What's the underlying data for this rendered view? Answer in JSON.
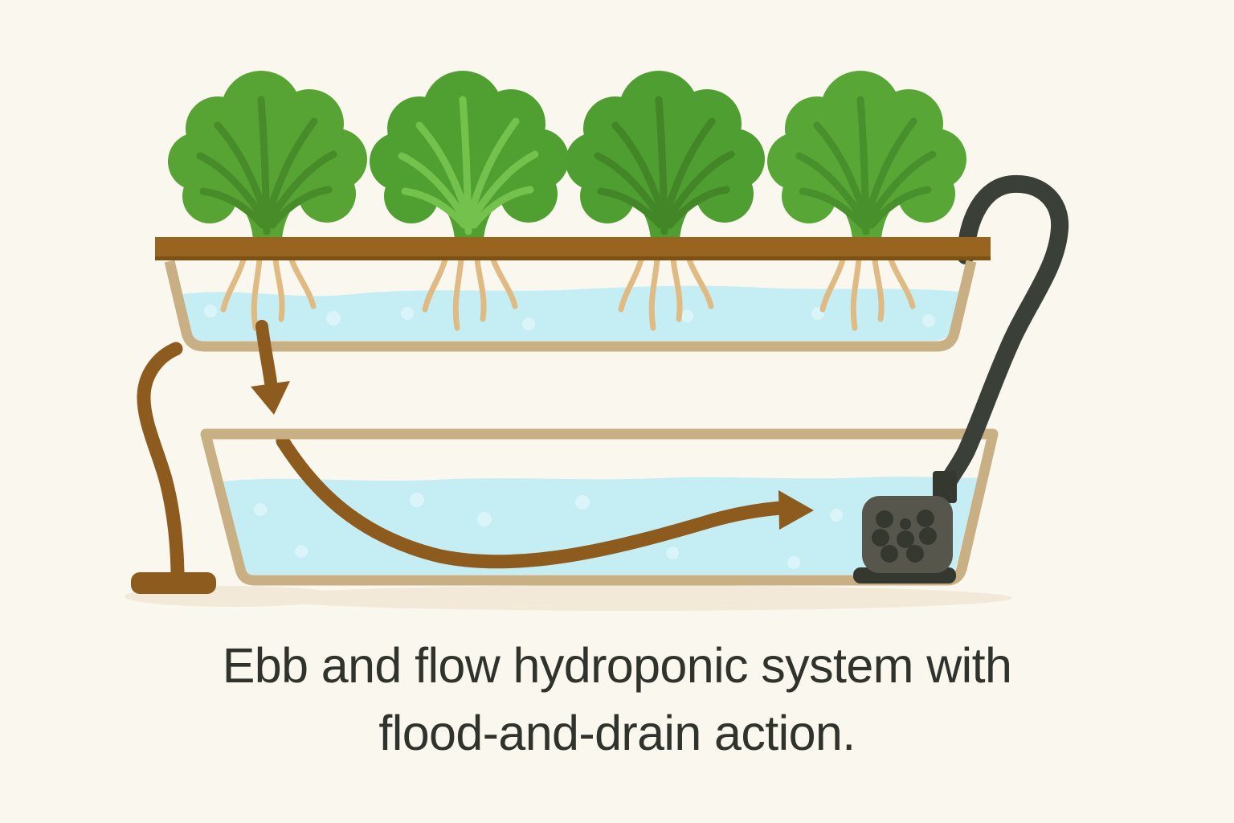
{
  "caption": {
    "line1": "Ebb and flow hydroponic system with",
    "line2": "flood-and-drain action."
  },
  "colors": {
    "bg": "#faf7ef",
    "caption-text": "#2f332c",
    "bar": "#996420",
    "bar-edge": "#7b5116",
    "tray-border": "#c9b084",
    "water": "#c5edf4",
    "bubble": "#daf5f9",
    "root": "#dfbb83",
    "brown": "#8d5b1e",
    "tube": "#3a3f37",
    "pump-body": "#57564c",
    "pump-dark": "#35382f",
    "shadow": "#f2e9d8"
  },
  "plants": [
    {
      "name": "lettuce-1",
      "body": "#57a334",
      "vein": "#478c28"
    },
    {
      "name": "lettuce-2",
      "body": "#50a031",
      "vein": "#74c14e"
    },
    {
      "name": "lettuce-3",
      "body": "#4f9e31",
      "vein": "#428628"
    },
    {
      "name": "lettuce-4",
      "body": "#58a736",
      "vein": "#48902b"
    }
  ]
}
